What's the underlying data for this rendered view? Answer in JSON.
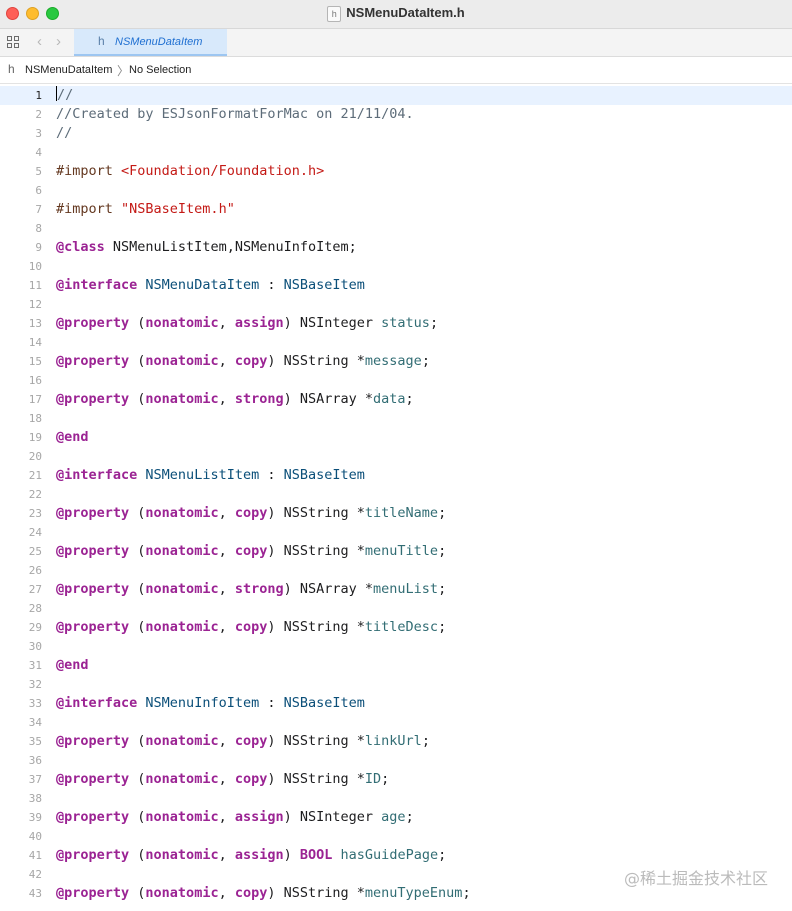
{
  "window": {
    "title": "NSMenuDataItem.h",
    "file_icon": "h"
  },
  "tabbar": {
    "grid_icon": "grid-icon",
    "back_glyph": "‹",
    "forward_glyph": "›",
    "active_tab": {
      "icon": "h",
      "label": "NSMenuDataItem"
    }
  },
  "jumpbar": {
    "icon": "h",
    "file": "NSMenuDataItem",
    "separator": "〉",
    "selection": "No Selection"
  },
  "editor": {
    "current_line": 1,
    "lines": [
      {
        "n": "1",
        "tokens": [
          [
            "c",
            "//"
          ]
        ]
      },
      {
        "n": "2",
        "tokens": [
          [
            "c",
            "//Created by ESJsonFormatForMac on 21/11/04."
          ]
        ]
      },
      {
        "n": "3",
        "tokens": [
          [
            "c",
            "//"
          ]
        ]
      },
      {
        "n": "4",
        "tokens": []
      },
      {
        "n": "5",
        "tokens": [
          [
            "p",
            "#import "
          ],
          [
            "s",
            "<Foundation/Foundation.h>"
          ]
        ]
      },
      {
        "n": "6",
        "tokens": []
      },
      {
        "n": "7",
        "tokens": [
          [
            "p",
            "#import "
          ],
          [
            "s",
            "\"NSBaseItem.h\""
          ]
        ]
      },
      {
        "n": "8",
        "tokens": []
      },
      {
        "n": "9",
        "tokens": [
          [
            "k",
            "@class"
          ],
          [
            "x",
            " NSMenuListItem,NSMenuInfoItem;"
          ]
        ]
      },
      {
        "n": "10",
        "tokens": []
      },
      {
        "n": "11",
        "tokens": [
          [
            "k",
            "@interface"
          ],
          [
            "x",
            " "
          ],
          [
            "t",
            "NSMenuDataItem"
          ],
          [
            "x",
            " : "
          ],
          [
            "t",
            "NSBaseItem"
          ]
        ]
      },
      {
        "n": "12",
        "tokens": []
      },
      {
        "n": "13",
        "tokens": [
          [
            "k",
            "@property"
          ],
          [
            "x",
            " ("
          ],
          [
            "k",
            "nonatomic"
          ],
          [
            "x",
            ", "
          ],
          [
            "k",
            "assign"
          ],
          [
            "x",
            ") NSInteger "
          ],
          [
            "v",
            "status"
          ],
          [
            "x",
            ";"
          ]
        ]
      },
      {
        "n": "14",
        "tokens": []
      },
      {
        "n": "15",
        "tokens": [
          [
            "k",
            "@property"
          ],
          [
            "x",
            " ("
          ],
          [
            "k",
            "nonatomic"
          ],
          [
            "x",
            ", "
          ],
          [
            "k",
            "copy"
          ],
          [
            "x",
            ") NSString *"
          ],
          [
            "v",
            "message"
          ],
          [
            "x",
            ";"
          ]
        ]
      },
      {
        "n": "16",
        "tokens": []
      },
      {
        "n": "17",
        "tokens": [
          [
            "k",
            "@property"
          ],
          [
            "x",
            " ("
          ],
          [
            "k",
            "nonatomic"
          ],
          [
            "x",
            ", "
          ],
          [
            "k",
            "strong"
          ],
          [
            "x",
            ") NSArray *"
          ],
          [
            "v",
            "data"
          ],
          [
            "x",
            ";"
          ]
        ]
      },
      {
        "n": "18",
        "tokens": []
      },
      {
        "n": "19",
        "tokens": [
          [
            "k",
            "@end"
          ]
        ]
      },
      {
        "n": "20",
        "tokens": []
      },
      {
        "n": "21",
        "tokens": [
          [
            "k",
            "@interface"
          ],
          [
            "x",
            " "
          ],
          [
            "t",
            "NSMenuListItem"
          ],
          [
            "x",
            " : "
          ],
          [
            "t",
            "NSBaseItem"
          ]
        ]
      },
      {
        "n": "22",
        "tokens": []
      },
      {
        "n": "23",
        "tokens": [
          [
            "k",
            "@property"
          ],
          [
            "x",
            " ("
          ],
          [
            "k",
            "nonatomic"
          ],
          [
            "x",
            ", "
          ],
          [
            "k",
            "copy"
          ],
          [
            "x",
            ") NSString *"
          ],
          [
            "v",
            "titleName"
          ],
          [
            "x",
            ";"
          ]
        ]
      },
      {
        "n": "24",
        "tokens": []
      },
      {
        "n": "25",
        "tokens": [
          [
            "k",
            "@property"
          ],
          [
            "x",
            " ("
          ],
          [
            "k",
            "nonatomic"
          ],
          [
            "x",
            ", "
          ],
          [
            "k",
            "copy"
          ],
          [
            "x",
            ") NSString *"
          ],
          [
            "v",
            "menuTitle"
          ],
          [
            "x",
            ";"
          ]
        ]
      },
      {
        "n": "26",
        "tokens": []
      },
      {
        "n": "27",
        "tokens": [
          [
            "k",
            "@property"
          ],
          [
            "x",
            " ("
          ],
          [
            "k",
            "nonatomic"
          ],
          [
            "x",
            ", "
          ],
          [
            "k",
            "strong"
          ],
          [
            "x",
            ") NSArray *"
          ],
          [
            "v",
            "menuList"
          ],
          [
            "x",
            ";"
          ]
        ]
      },
      {
        "n": "28",
        "tokens": []
      },
      {
        "n": "29",
        "tokens": [
          [
            "k",
            "@property"
          ],
          [
            "x",
            " ("
          ],
          [
            "k",
            "nonatomic"
          ],
          [
            "x",
            ", "
          ],
          [
            "k",
            "copy"
          ],
          [
            "x",
            ") NSString *"
          ],
          [
            "v",
            "titleDesc"
          ],
          [
            "x",
            ";"
          ]
        ]
      },
      {
        "n": "30",
        "tokens": []
      },
      {
        "n": "31",
        "tokens": [
          [
            "k",
            "@end"
          ]
        ]
      },
      {
        "n": "32",
        "tokens": []
      },
      {
        "n": "33",
        "tokens": [
          [
            "k",
            "@interface"
          ],
          [
            "x",
            " "
          ],
          [
            "t",
            "NSMenuInfoItem"
          ],
          [
            "x",
            " : "
          ],
          [
            "t",
            "NSBaseItem"
          ]
        ]
      },
      {
        "n": "34",
        "tokens": []
      },
      {
        "n": "35",
        "tokens": [
          [
            "k",
            "@property"
          ],
          [
            "x",
            " ("
          ],
          [
            "k",
            "nonatomic"
          ],
          [
            "x",
            ", "
          ],
          [
            "k",
            "copy"
          ],
          [
            "x",
            ") NSString *"
          ],
          [
            "v",
            "linkUrl"
          ],
          [
            "x",
            ";"
          ]
        ]
      },
      {
        "n": "36",
        "tokens": []
      },
      {
        "n": "37",
        "tokens": [
          [
            "k",
            "@property"
          ],
          [
            "x",
            " ("
          ],
          [
            "k",
            "nonatomic"
          ],
          [
            "x",
            ", "
          ],
          [
            "k",
            "copy"
          ],
          [
            "x",
            ") NSString *"
          ],
          [
            "v",
            "ID"
          ],
          [
            "x",
            ";"
          ]
        ]
      },
      {
        "n": "38",
        "tokens": []
      },
      {
        "n": "39",
        "tokens": [
          [
            "k",
            "@property"
          ],
          [
            "x",
            " ("
          ],
          [
            "k",
            "nonatomic"
          ],
          [
            "x",
            ", "
          ],
          [
            "k",
            "assign"
          ],
          [
            "x",
            ") NSInteger "
          ],
          [
            "v",
            "age"
          ],
          [
            "x",
            ";"
          ]
        ]
      },
      {
        "n": "40",
        "tokens": []
      },
      {
        "n": "41",
        "tokens": [
          [
            "k",
            "@property"
          ],
          [
            "x",
            " ("
          ],
          [
            "k",
            "nonatomic"
          ],
          [
            "x",
            ", "
          ],
          [
            "k",
            "assign"
          ],
          [
            "x",
            ") "
          ],
          [
            "k",
            "BOOL"
          ],
          [
            "x",
            " "
          ],
          [
            "v",
            "hasGuidePage"
          ],
          [
            "x",
            ";"
          ]
        ]
      },
      {
        "n": "42",
        "tokens": []
      },
      {
        "n": "43",
        "tokens": [
          [
            "k",
            "@property"
          ],
          [
            "x",
            " ("
          ],
          [
            "k",
            "nonatomic"
          ],
          [
            "x",
            ", "
          ],
          [
            "k",
            "copy"
          ],
          [
            "x",
            ") NSString *"
          ],
          [
            "v",
            "menuTypeEnum"
          ],
          [
            "x",
            ";"
          ]
        ]
      }
    ]
  },
  "watermark": "@稀土掘金技术社区",
  "colors": {
    "comment": "#5d6c79",
    "keyword": "#9b2393",
    "preprocessor": "#643820",
    "string": "#c41a16",
    "type": "#0b4f79",
    "property": "#326d74",
    "current_line_bg": "#e8f2ff"
  }
}
